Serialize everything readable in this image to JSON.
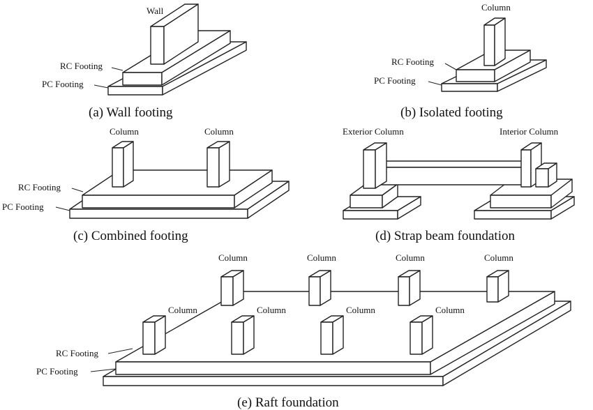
{
  "panels": {
    "a": {
      "caption": "(a) Wall footing",
      "labels": {
        "wall": "Wall",
        "rc": "RC Footing",
        "pc": "PC Footing"
      }
    },
    "b": {
      "caption": "(b) Isolated footing",
      "labels": {
        "column": "Column",
        "rc": "RC Footing",
        "pc": "PC Footing"
      }
    },
    "c": {
      "caption": "(c) Combined footing",
      "labels": {
        "column_left": "Column",
        "column_right": "Column",
        "rc": "RC Footing",
        "pc": "PC Footing"
      }
    },
    "d": {
      "caption": "(d) Strap beam foundation",
      "labels": {
        "exterior": "Exterior Column",
        "interior": "Interior Column"
      }
    },
    "e": {
      "caption": "(e) Raft foundation",
      "labels": {
        "col_back_1": "Column",
        "col_back_2": "Column",
        "col_back_3": "Column",
        "col_back_4": "Column",
        "col_front_1": "Column",
        "col_front_2": "Column",
        "col_front_3": "Column",
        "col_front_4": "Column",
        "rc": "RC Footing",
        "pc": "PC Footing"
      }
    }
  },
  "colors": {
    "line": "#222222",
    "fill": "#ffffff",
    "text": "#111111"
  }
}
